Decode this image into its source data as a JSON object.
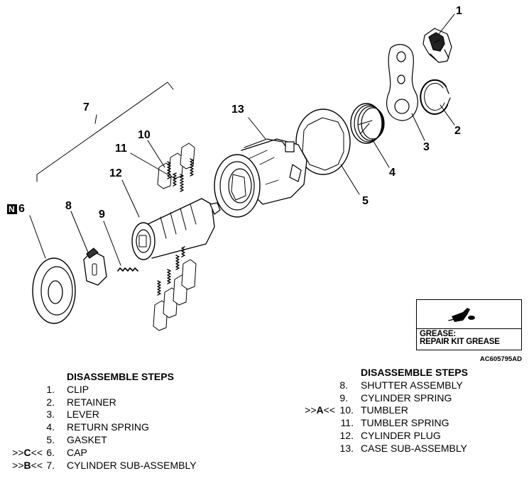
{
  "callouts": [
    {
      "id": "1",
      "text": "1"
    },
    {
      "id": "2",
      "text": "2"
    },
    {
      "id": "3",
      "text": "3"
    },
    {
      "id": "4",
      "text": "4"
    },
    {
      "id": "5",
      "text": "5"
    },
    {
      "id": "6",
      "text": "6"
    },
    {
      "id": "7",
      "text": "7"
    },
    {
      "id": "8",
      "text": "8"
    },
    {
      "id": "9",
      "text": "9"
    },
    {
      "id": "10",
      "text": "10"
    },
    {
      "id": "11",
      "text": "11"
    },
    {
      "id": "12",
      "text": "12"
    },
    {
      "id": "13",
      "text": "13"
    }
  ],
  "n_marker": "N",
  "grease": {
    "line1": "GREASE:",
    "line2": "REPAIR KIT GREASE"
  },
  "figure_code": "AC605795AD",
  "left_steps": {
    "heading": "DISASSEMBLE STEPS",
    "items": [
      {
        "mark_pre": "",
        "mark_letter": "",
        "mark_post": "",
        "num": "1.",
        "label": "CLIP"
      },
      {
        "mark_pre": "",
        "mark_letter": "",
        "mark_post": "",
        "num": "2.",
        "label": "RETAINER"
      },
      {
        "mark_pre": "",
        "mark_letter": "",
        "mark_post": "",
        "num": "3.",
        "label": "LEVER"
      },
      {
        "mark_pre": "",
        "mark_letter": "",
        "mark_post": "",
        "num": "4.",
        "label": "RETURN SPRING"
      },
      {
        "mark_pre": "",
        "mark_letter": "",
        "mark_post": "",
        "num": "5.",
        "label": "GASKET"
      },
      {
        "mark_pre": ">>",
        "mark_letter": "C",
        "mark_post": "<<",
        "num": "6.",
        "label": "CAP"
      },
      {
        "mark_pre": ">>",
        "mark_letter": "B",
        "mark_post": "<<",
        "num": "7.",
        "label": "CYLINDER SUB-ASSEMBLY"
      }
    ]
  },
  "right_steps": {
    "heading": "DISASSEMBLE STEPS",
    "items": [
      {
        "mark_pre": "",
        "mark_letter": "",
        "mark_post": "",
        "num": "8.",
        "label": "SHUTTER ASSEMBLY"
      },
      {
        "mark_pre": "",
        "mark_letter": "",
        "mark_post": "",
        "num": "9.",
        "label": "CYLINDER SPRING"
      },
      {
        "mark_pre": ">>",
        "mark_letter": "A",
        "mark_post": "<<",
        "num": "10.",
        "label": "TUMBLER"
      },
      {
        "mark_pre": "",
        "mark_letter": "",
        "mark_post": "",
        "num": "11.",
        "label": "TUMBLER SPRING"
      },
      {
        "mark_pre": "",
        "mark_letter": "",
        "mark_post": "",
        "num": "12.",
        "label": "CYLINDER PLUG"
      },
      {
        "mark_pre": "",
        "mark_letter": "",
        "mark_post": "",
        "num": "13.",
        "label": "CASE SUB-ASSEMBLY"
      }
    ]
  }
}
